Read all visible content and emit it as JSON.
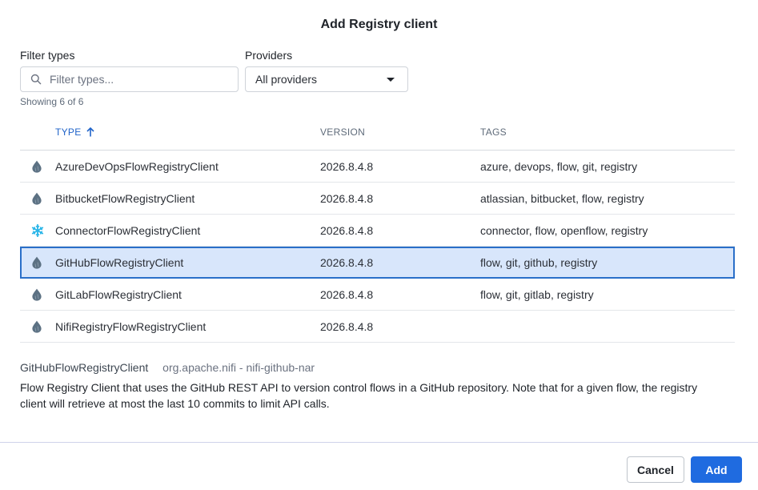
{
  "dialog": {
    "title": "Add Registry client"
  },
  "filters": {
    "filter_label": "Filter types",
    "search_placeholder": "Filter types...",
    "providers_label": "Providers",
    "providers_selected": "All providers"
  },
  "showing": "Showing 6 of 6",
  "table": {
    "headers": {
      "type": "TYPE",
      "version": "VERSION",
      "tags": "TAGS"
    },
    "sort": "type-ascending",
    "rows": [
      {
        "icon": "nifi-drop-icon",
        "type": "AzureDevOpsFlowRegistryClient",
        "version": "2026.8.4.8",
        "tags": "azure, devops, flow, git, registry"
      },
      {
        "icon": "nifi-drop-icon",
        "type": "BitbucketFlowRegistryClient",
        "version": "2026.8.4.8",
        "tags": "atlassian, bitbucket, flow, registry"
      },
      {
        "icon": "snowflake-icon",
        "type": "ConnectorFlowRegistryClient",
        "version": "2026.8.4.8",
        "tags": "connector, flow, openflow, registry"
      },
      {
        "icon": "nifi-drop-icon",
        "type": "GitHubFlowRegistryClient",
        "version": "2026.8.4.8",
        "tags": "flow, git, github, registry"
      },
      {
        "icon": "nifi-drop-icon",
        "type": "GitLabFlowRegistryClient",
        "version": "2026.8.4.8",
        "tags": "flow, git, gitlab, registry"
      },
      {
        "icon": "nifi-drop-icon",
        "type": "NifiRegistryFlowRegistryClient",
        "version": "2026.8.4.8",
        "tags": ""
      }
    ]
  },
  "detail": {
    "name": "GitHubFlowRegistryClient",
    "bundle": "org.apache.nifi - nifi-github-nar",
    "description": "Flow Registry Client that uses the GitHub REST API to version control flows in a GitHub repository. Note that for a given flow, the registry client will retrieve at most the last 10 commits to limit API calls."
  },
  "buttons": {
    "cancel": "Cancel",
    "add": "Add"
  },
  "colors": {
    "accent": "#1f6be0",
    "selected_row": "#d8e6fb",
    "selected_border": "#2a6fc9",
    "snowflake": "#29b5e8",
    "drop_icon": "#5c7183"
  }
}
